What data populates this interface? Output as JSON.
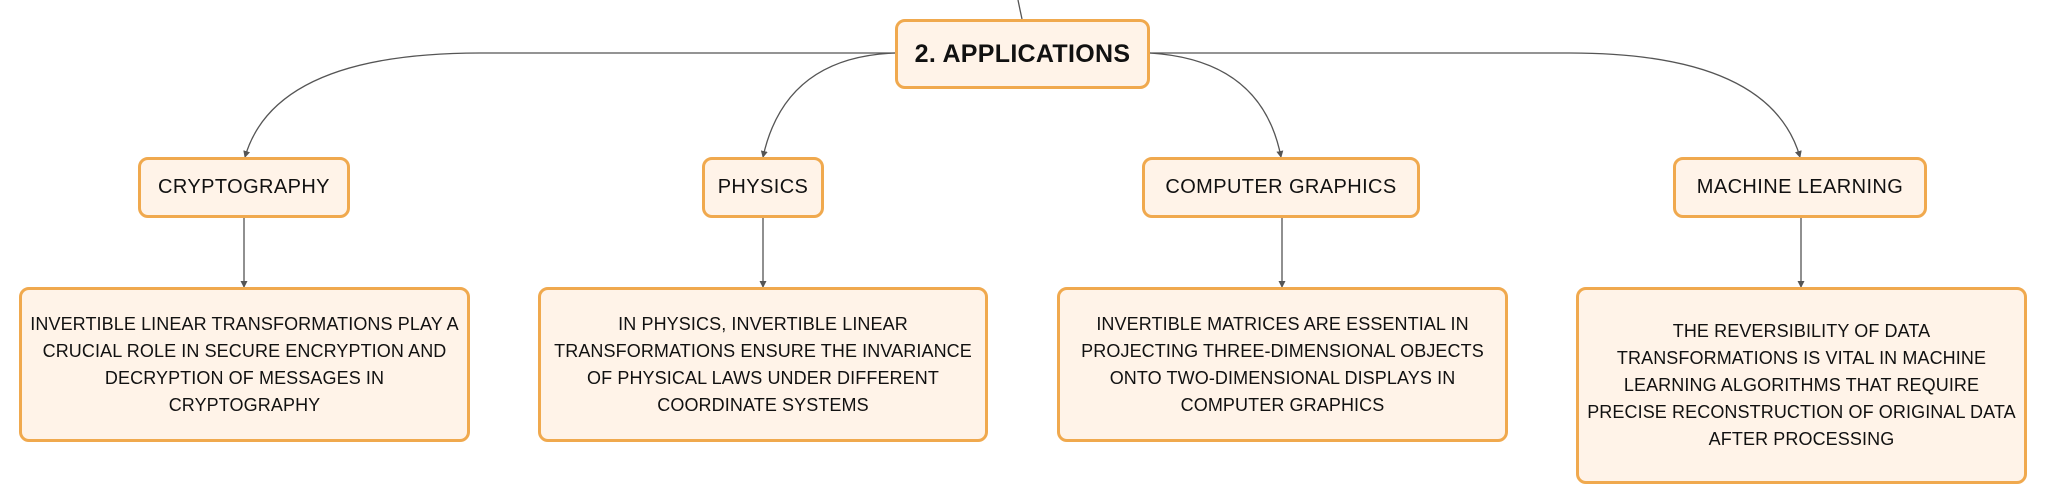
{
  "root": {
    "label": "2. APPLICATIONS"
  },
  "branches": [
    {
      "label": "CRYPTOGRAPHY",
      "description": "INVERTIBLE LINEAR TRANSFORMATIONS PLAY A CRUCIAL ROLE IN SECURE ENCRYPTION AND DECRYPTION OF MESSAGES IN CRYPTOGRAPHY"
    },
    {
      "label": "PHYSICS",
      "description": "IN PHYSICS, INVERTIBLE LINEAR TRANSFORMATIONS ENSURE THE INVARIANCE OF PHYSICAL LAWS UNDER DIFFERENT COORDINATE SYSTEMS"
    },
    {
      "label": "COMPUTER GRAPHICS",
      "description": "INVERTIBLE MATRICES ARE ESSENTIAL IN PROJECTING THREE-DIMENSIONAL OBJECTS ONTO TWO-DIMENSIONAL DISPLAYS IN COMPUTER GRAPHICS"
    },
    {
      "label": "MACHINE LEARNING",
      "description": "THE REVERSIBILITY OF DATA TRANSFORMATIONS IS VITAL IN MACHINE LEARNING ALGORITHMS THAT REQUIRE PRECISE RECONSTRUCTION OF ORIGINAL DATA AFTER PROCESSING"
    }
  ],
  "colors": {
    "node_fill": "#fff3e8",
    "node_border": "#f0a94e",
    "connector": "#555555",
    "text": "#111111"
  }
}
